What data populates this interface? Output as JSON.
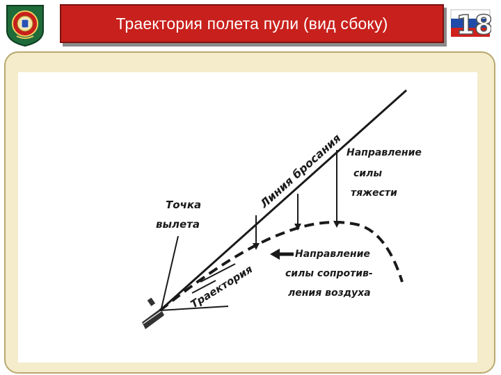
{
  "header": {
    "title": "Траектория полета пули (вид сбоку)",
    "badge_number": "18"
  },
  "diagram": {
    "labels": {
      "muzzle_point_1": "Точка",
      "muzzle_point_2": "вылета",
      "line_of_departure": "Линия бросания",
      "gravity_1": "Направление",
      "gravity_2": "силы",
      "gravity_3": "тяжести",
      "air_resistance_1": "Направление",
      "air_resistance_2": "силы сопротив-",
      "air_resistance_3": "ления воздуха",
      "trajectory": "Траектория"
    }
  },
  "colors": {
    "title_bg": "#c8201c",
    "title_text": "#ffffff",
    "frame_bg": "#f4ecca",
    "emblem_green": "#1f6b3a",
    "emblem_red": "#c8201c",
    "flag_white": "#ffffff",
    "flag_blue": "#1f4aa8",
    "flag_red": "#d0201c"
  },
  "icons": {
    "emblem": "police-academy-emblem-icon",
    "badge": "russian-flag-number-icon"
  }
}
